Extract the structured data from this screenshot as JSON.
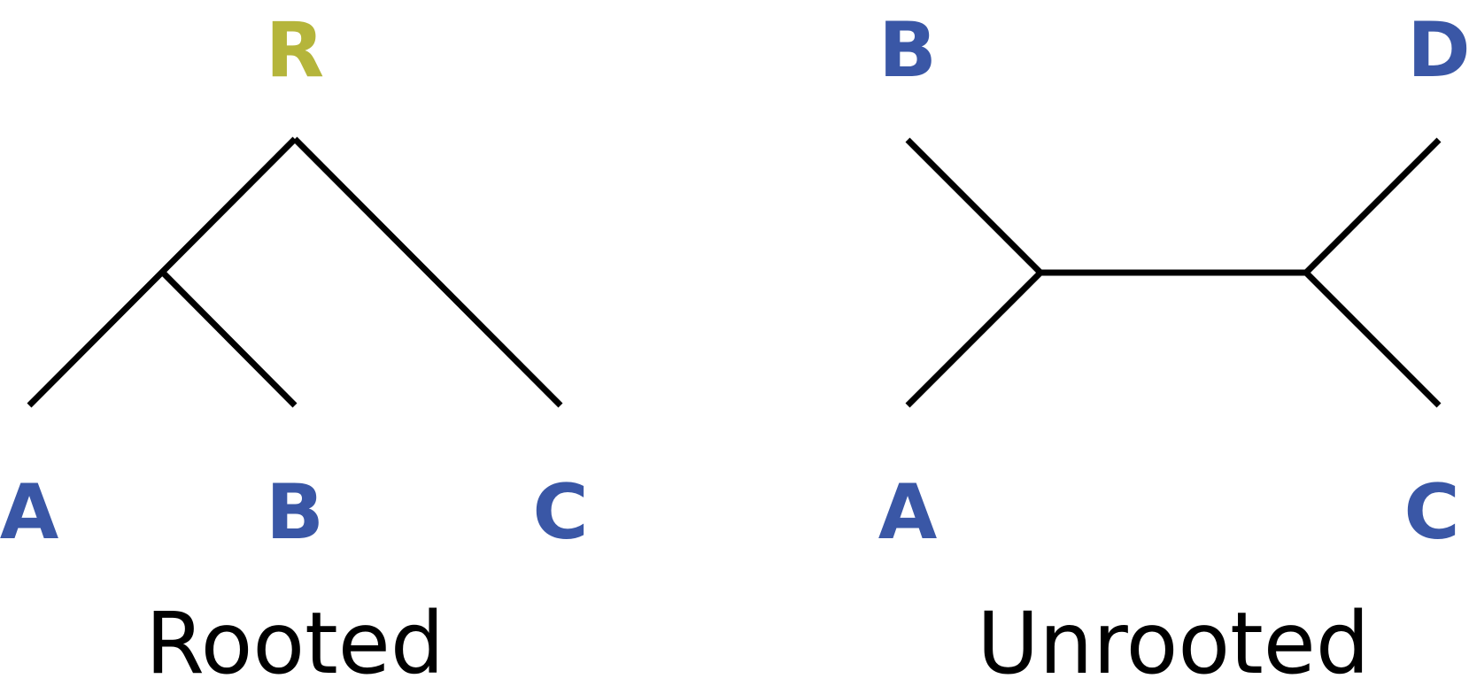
{
  "colors": {
    "root_label": "#b5b53b",
    "leaf_label": "#3a57a6",
    "edge": "#000000",
    "caption": "#000000"
  },
  "rooted": {
    "root_label": "R",
    "leaves": [
      "A",
      "B",
      "C"
    ],
    "caption": "Rooted"
  },
  "unrooted": {
    "leaves": [
      "B",
      "D",
      "A",
      "C"
    ],
    "caption": "Unrooted"
  }
}
